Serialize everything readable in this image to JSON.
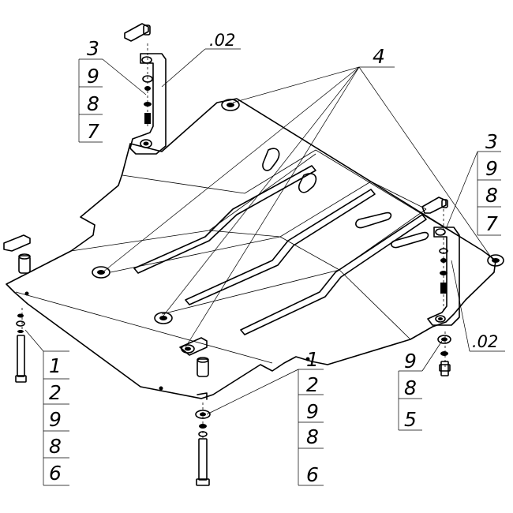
{
  "callouts": {
    "part_4": "4",
    "bracket_left": {
      "code": ".02",
      "stack": [
        "3",
        "9",
        "8",
        "7"
      ]
    },
    "bracket_right": {
      "code": ".02",
      "stack": [
        "3",
        "9",
        "8",
        "7"
      ]
    },
    "bolt_left": {
      "stack": [
        "1",
        "2",
        "9",
        "8",
        "6"
      ]
    },
    "bolt_center": {
      "stack": [
        "1",
        "2",
        "9",
        "8",
        "6"
      ]
    },
    "bolt_right": {
      "stack": [
        "9",
        "8",
        "5"
      ]
    }
  }
}
